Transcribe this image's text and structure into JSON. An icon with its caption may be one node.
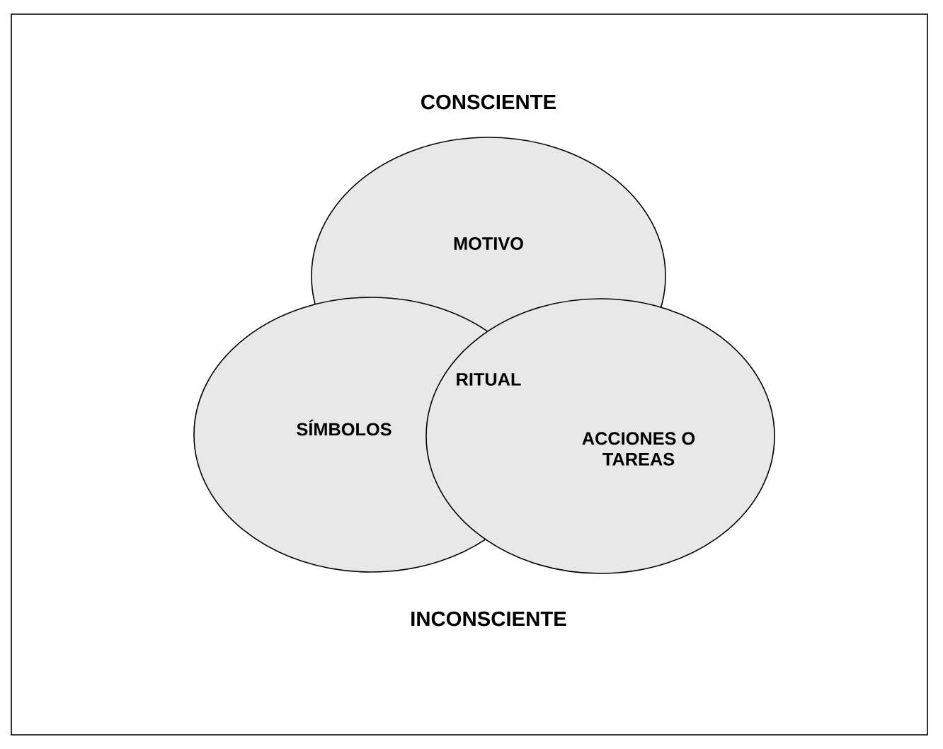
{
  "diagram": {
    "nodes": [
      {
        "text": [
          "MOTIVO"
        ]
      },
      {
        "text": [
          "SÍMBOLOS"
        ]
      },
      {
        "text": [
          "ACCIONES O TAREAS"
        ]
      }
    ],
    "labels": [
      "CONSCIENTE",
      "RITUAL",
      "INCONSCIENTE"
    ]
  }
}
